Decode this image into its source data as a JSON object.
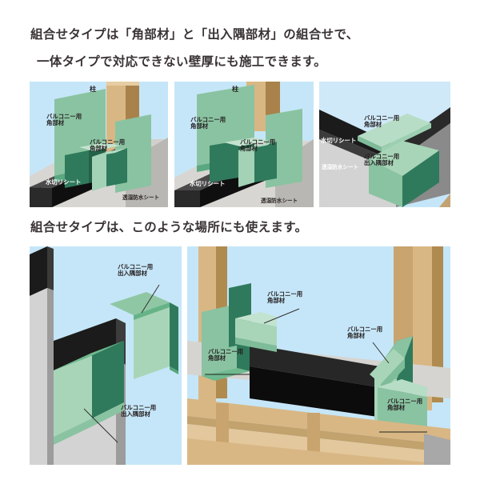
{
  "document": {
    "headings": [
      "組合せタイプは「角部材」と「出入隅部材」の組合せで、",
      "一体タイプで対応できない壁厚にも施工できます。",
      "組合せタイプは、このような場所にも使えます。"
    ]
  },
  "colors": {
    "background": "#ffffff",
    "panel_sky": "#c5e6f8",
    "text": "#3a3335",
    "green_light": "#8fc7a4",
    "green_mid": "#6fb98f",
    "green_dark": "#2f7a5c",
    "green_face": "#a8d5b8",
    "wood_light": "#d9b784",
    "wood_dark": "#b08b4f",
    "sheet_black": "#151515",
    "sheet_grey": "#8c8c8c",
    "sheet_lightgrey": "#d3d3d3"
  },
  "panels": [
    {
      "id": "panel-1",
      "labels": [
        {
          "text": "柱",
          "color": "dark"
        },
        {
          "text": "バルコニー用\n角部材",
          "color": "dark"
        },
        {
          "text": "バルコニー用\n角部材",
          "color": "dark"
        },
        {
          "text": "水切リシート",
          "color": "white"
        },
        {
          "text": "透湿防水シート",
          "color": "dark"
        }
      ]
    },
    {
      "id": "panel-2",
      "labels": [
        {
          "text": "柱",
          "color": "dark"
        },
        {
          "text": "バルコニー用\n角部材",
          "color": "dark"
        },
        {
          "text": "バルコニー用\n角部材",
          "color": "dark"
        },
        {
          "text": "水切リシート",
          "color": "white"
        },
        {
          "text": "透湿防水シート",
          "color": "dark"
        }
      ]
    },
    {
      "id": "panel-3",
      "labels": [
        {
          "text": "バルコニー用\n角部材",
          "color": "dark"
        },
        {
          "text": "水切リシート",
          "color": "white"
        },
        {
          "text": "バルコニー用\n出入隅部材",
          "color": "dark"
        },
        {
          "text": "透湿防水シート",
          "color": "white"
        }
      ]
    },
    {
      "id": "panel-4",
      "labels": [
        {
          "text": "バルコニー用\n出入隅部材",
          "color": "dark"
        },
        {
          "text": "バルコニー用\n出入隅部材",
          "color": "dark"
        }
      ]
    },
    {
      "id": "panel-5",
      "labels": [
        {
          "text": "バルコニー用\n角部材",
          "color": "dark"
        },
        {
          "text": "バルコニー用\n角部材",
          "color": "dark"
        },
        {
          "text": "バルコニー用\n角部材",
          "color": "dark"
        }
      ]
    }
  ],
  "label_text": {
    "pillar": "柱",
    "corner_part": "バルコニー用\n角部材",
    "inout_part": "バルコニー用\n出入隅部材",
    "drip_sheet": "水切リシート",
    "breather_sheet": "透湿防水シート"
  }
}
